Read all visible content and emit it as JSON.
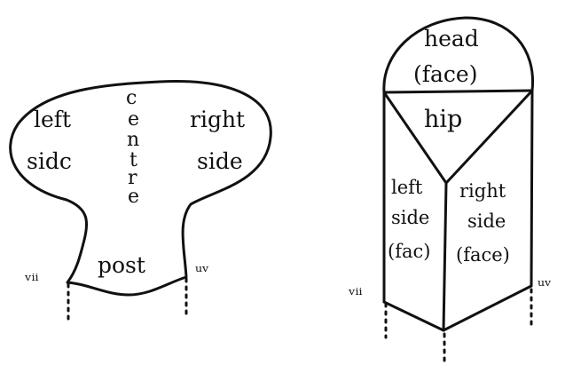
{
  "mushroom": {
    "left_side": [
      "left",
      "sidc"
    ],
    "centre_letters": [
      "c",
      "e",
      "n",
      "t",
      "r",
      "e"
    ],
    "right_side": [
      "right",
      "side"
    ],
    "post": "post",
    "grass_left": "ᵥᵢᵢ",
    "grass_right": "ᵤᵥ"
  },
  "pentagon": {
    "head": [
      "head",
      "(face)"
    ],
    "hip": "hip",
    "left_side": [
      "left",
      "side",
      "(fac)"
    ],
    "right_side": [
      "right",
      "side",
      "(face)"
    ],
    "grass_left": "ᵥᵢᵢ",
    "grass_right": "ᵤᵥ"
  }
}
